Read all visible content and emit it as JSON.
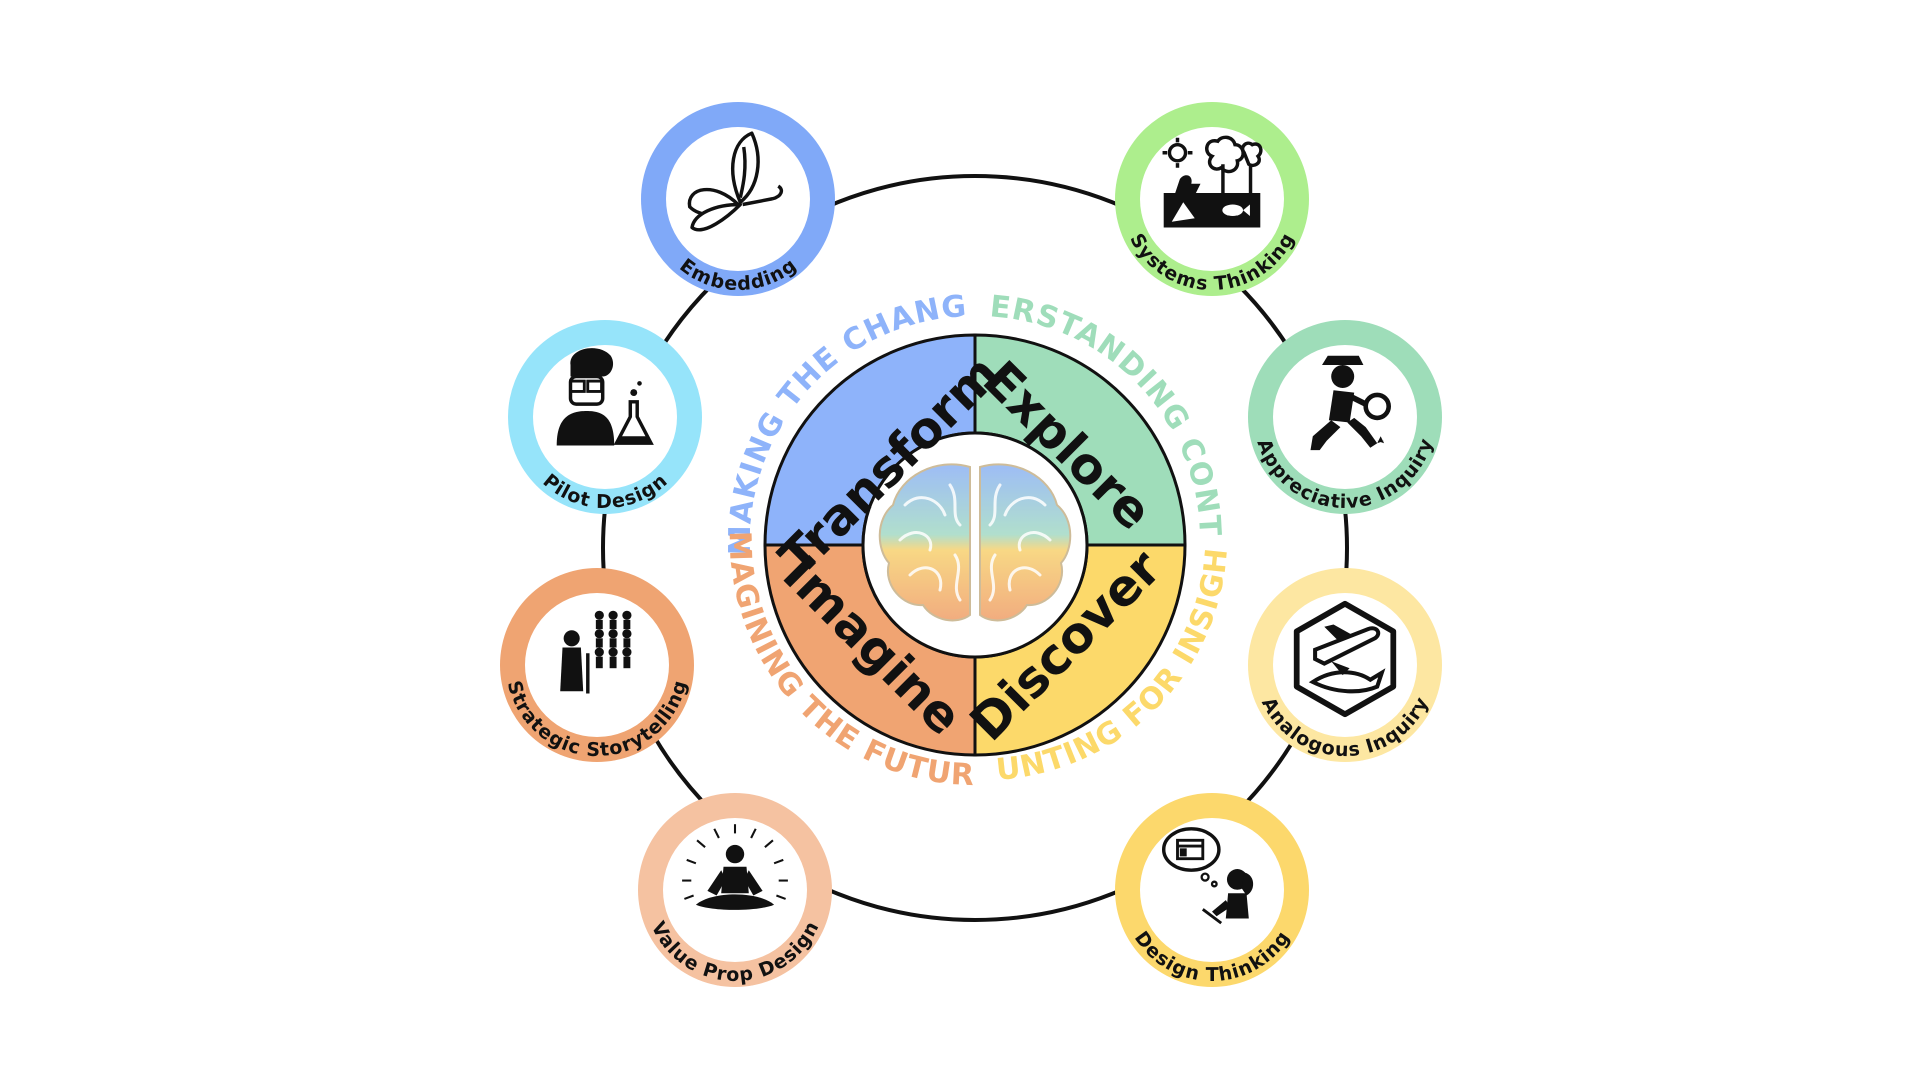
{
  "quadrants": [
    {
      "label": "Transform",
      "color": "#8EB3FA",
      "arc_label": "MAKING THE CHANGE",
      "arc_color": "#8EB3FA"
    },
    {
      "label": "Explore",
      "color": "#9FDDBA",
      "arc_label": "UNDERSTANDING CONTEXT",
      "arc_color": "#9FDDBA"
    },
    {
      "label": "Discover",
      "color": "#FCD96A",
      "arc_label": "HUNTING FOR INSIGHT",
      "arc_color": "#FCD96A"
    },
    {
      "label": "Imagine",
      "color": "#F0A472",
      "arc_label": "IMAGINING THE FUTURE",
      "arc_color": "#F0A472"
    }
  ],
  "center": {
    "icon": "brain-icon"
  },
  "nodes": [
    {
      "label": "Embedding",
      "icon": "butterfly-icon",
      "color": "#80A9F8"
    },
    {
      "label": "Systems Thinking",
      "icon": "ecosystem-icon",
      "color": "#ADEE8D"
    },
    {
      "label": "Pilot Design",
      "icon": "scientist-icon",
      "color": "#96E4FA"
    },
    {
      "label": "Appreciative Inquiry",
      "icon": "detective-icon",
      "color": "#9EDDB9"
    },
    {
      "label": "Strategic Storytelling",
      "icon": "storyteller-icon",
      "color": "#EFA472"
    },
    {
      "label": "Analogous Inquiry",
      "icon": "plane-bird-icon",
      "color": "#FDE7A2"
    },
    {
      "label": "Value Prop Design",
      "icon": "meditation-icon",
      "color": "#F5C2A1"
    },
    {
      "label": "Design Thinking",
      "icon": "thinking-person-icon",
      "color": "#FCD86C"
    }
  ]
}
